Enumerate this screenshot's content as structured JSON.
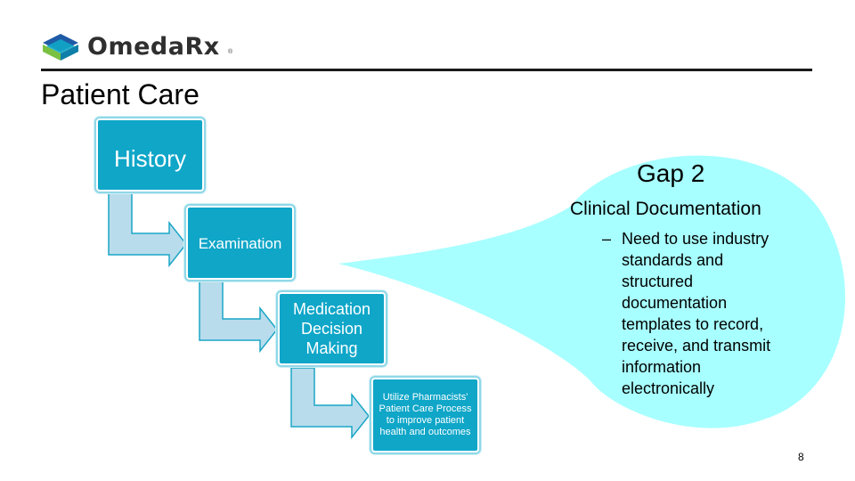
{
  "brand": {
    "logo_text": "OmedaRx",
    "reg_mark": "®",
    "colors": {
      "teal": "#0fa6c8",
      "blue": "#1f5aa6",
      "green": "#7ac143"
    }
  },
  "page": {
    "title": "Patient Care",
    "page_number": "8"
  },
  "flow": {
    "steps": [
      {
        "label": "History"
      },
      {
        "label": "Examination"
      },
      {
        "label": "Medication Decision Making"
      },
      {
        "label": "Utilize Pharmacists' Patient Care Process to improve patient health and outcomes"
      }
    ],
    "box_color": "#0fa6c8",
    "arrow_color": "#b9dcec"
  },
  "callout": {
    "heading": "Gap 2",
    "subheading": "Clinical Documentation",
    "bullet_dash": "–",
    "bullet_text": "Need to use industry standards and structured documentation templates to record, receive, and transmit information electronically",
    "fill_color": "#a8ffff"
  }
}
